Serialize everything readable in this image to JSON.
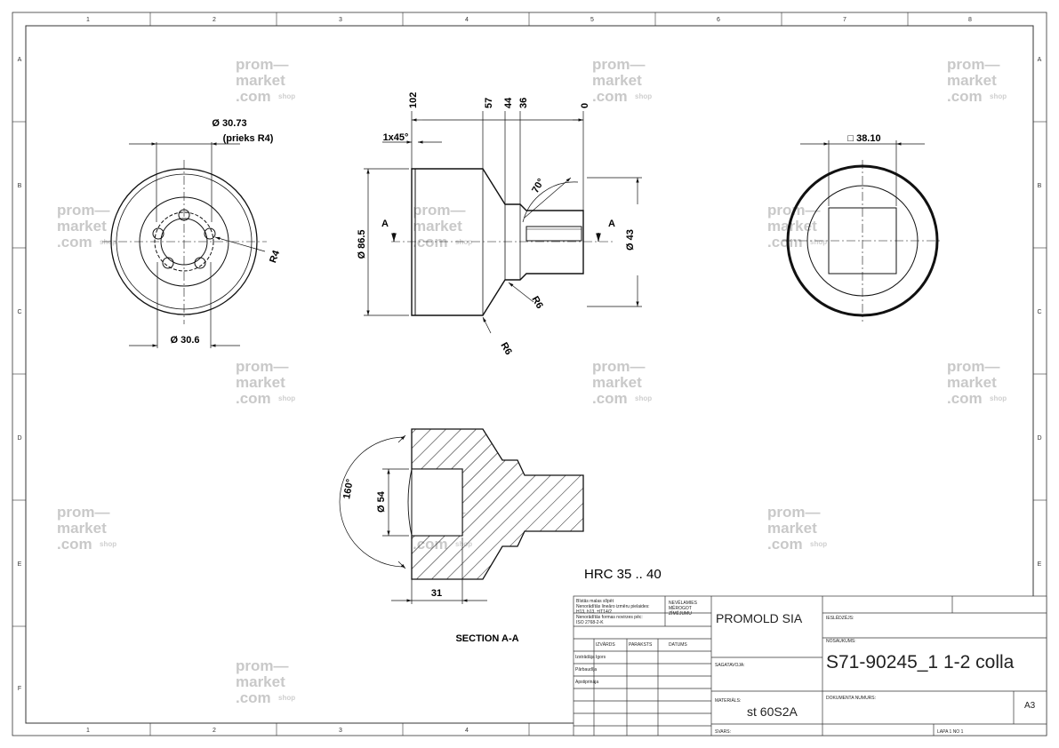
{
  "frame": {
    "col_labels": [
      "1",
      "2",
      "3",
      "4",
      "5",
      "6",
      "7",
      "8"
    ],
    "row_labels": [
      "A",
      "B",
      "C",
      "D",
      "E",
      "F"
    ]
  },
  "watermark": {
    "line1": "prom—",
    "line2": "market",
    "line3": ".com",
    "shop": "shop"
  },
  "view_left": {
    "dia_top": "Ø 30.73",
    "dia_top_note": "(prieks R4)",
    "dia_bottom": "Ø 30.6",
    "radius": "R4"
  },
  "view_middle": {
    "dim_102": "102",
    "dim_57": "57",
    "dim_44": "44",
    "dim_36": "36",
    "dim_0": "0",
    "chamfer": "1x45°",
    "dia_large": "Ø 86.5",
    "dia_small": "Ø 43",
    "angle": "70°",
    "r6a": "R6",
    "r6b": "R6",
    "section_mark": "A"
  },
  "view_right": {
    "square": "□ 38.10"
  },
  "section": {
    "title": "SECTION A-A",
    "angle": "160°",
    "dia": "Ø 54",
    "depth": "31"
  },
  "note": {
    "hardness": "HRC 35 .. 40"
  },
  "title_block": {
    "tol_note_1": "Bīstās malas slīpēt",
    "tol_note_2": "Nenorādītās lineāro izmēru pielaides:",
    "tol_note_3": "H13, h13, ±IT14/2",
    "tol_note_4": "Nenorādītās formas novirzes pēc:",
    "tol_note_5": "ISO 2768-2-K",
    "no_scale_1": "NEVĒLAMIES",
    "no_scale_2": "MĒROGOT",
    "no_scale_3": "ZĪMĒJUMU",
    "company": "PROMOLD SIA",
    "hdr_name": "IZVĀRDS",
    "hdr_sign": "PARAKSTS",
    "hdr_date": "DATUMS",
    "row_drawn": "Izstrādāja",
    "row_drawn_val": "Igors",
    "row_checked": "Pārbaudīja",
    "row_approved": "Apstiprināja",
    "lbl_title": "NOSAUKUMS:",
    "lbl_material": "MATERIĀLS:",
    "lbl_made_by": "SAGATAVOJA:",
    "lbl_mass": "SVARS:",
    "lbl_doc": "DOKUMENTA NUMURS:",
    "lbl_name": "IESLĒDZĒJS:",
    "part_no": "S71-90245_1 1-2 colla",
    "material": "st 60S2A",
    "format": "A3",
    "sheet": "LAPA 1 NO 1"
  }
}
